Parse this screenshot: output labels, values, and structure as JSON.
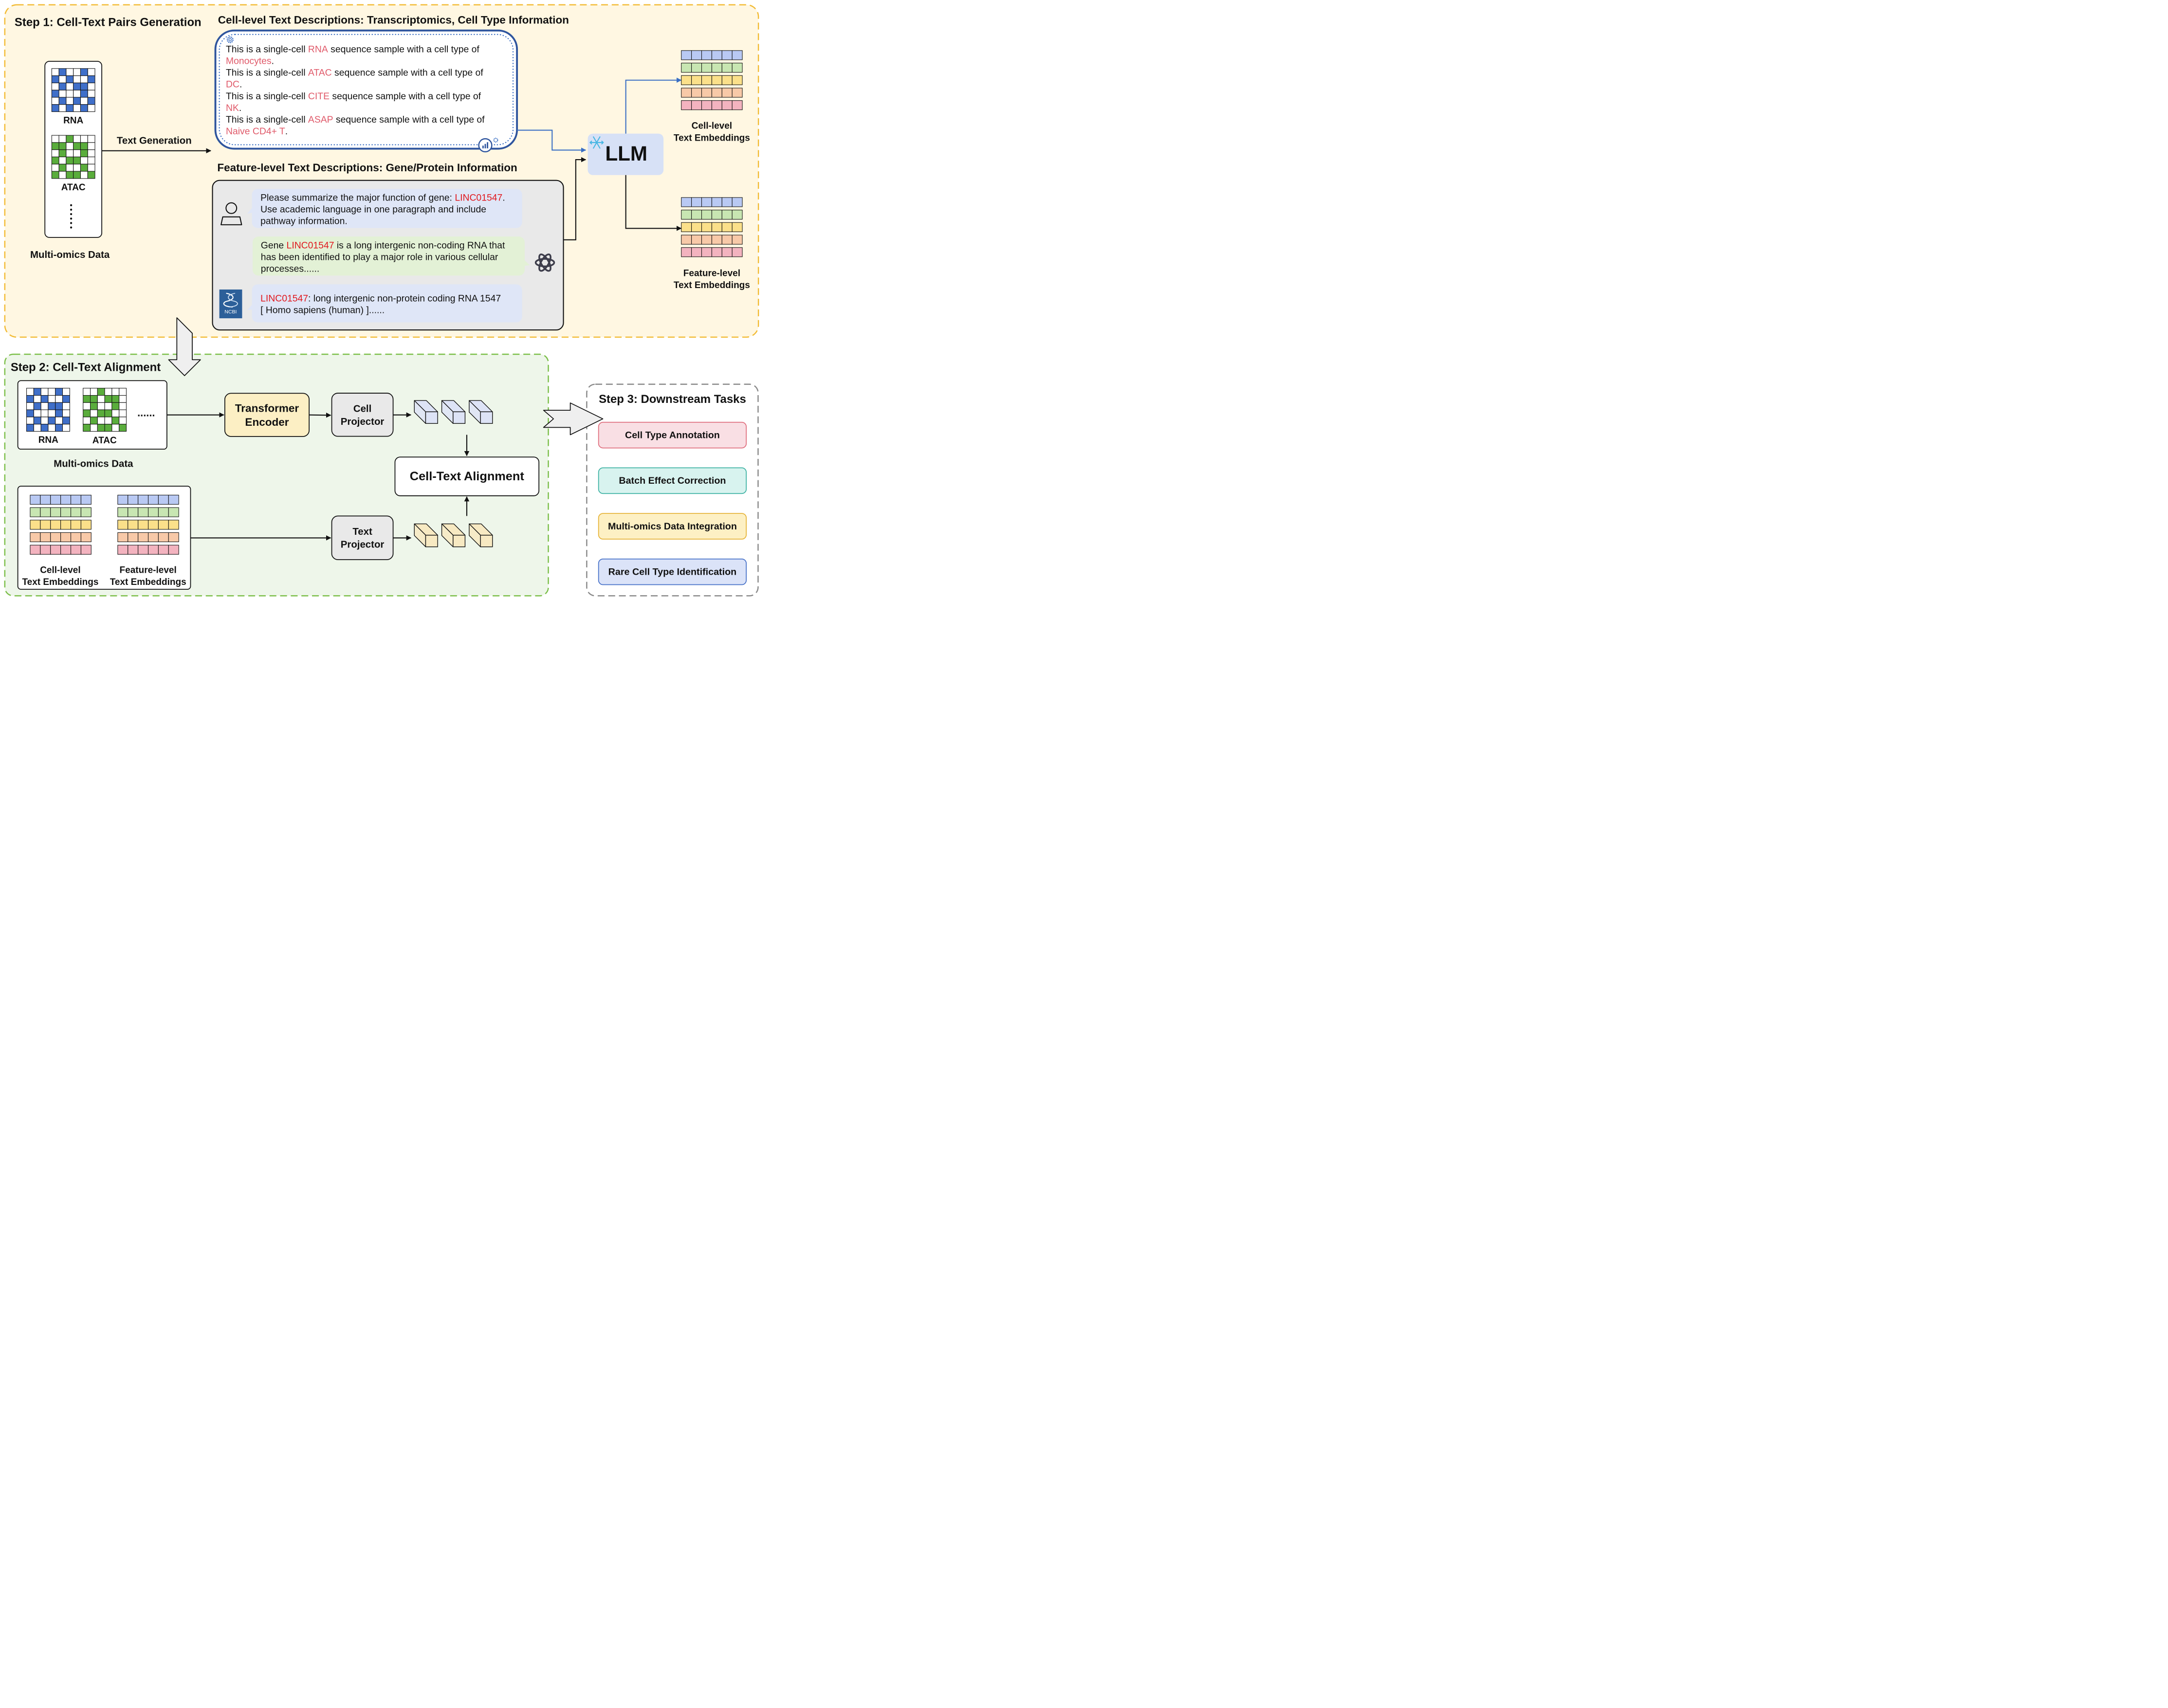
{
  "step1": {
    "title": "Step 1: Cell-Text Pairs Generation",
    "cell_desc_title": "Cell-level Text Descriptions: Transcriptomics, Cell Type Information",
    "feature_desc_title": "Feature-level Text Descriptions: Gene/Protein Information",
    "multiomics_label": "Multi-omics Data",
    "rna_label": "RNA",
    "atac_label": "ATAC",
    "text_generation_label": "Text Generation",
    "cell_sentences": [
      {
        "prefix": "This is a single-cell ",
        "modality": "RNA",
        "suffix": " sequence sample with a cell type of",
        "celltype": "Monocytes",
        "end": "."
      },
      {
        "prefix": "This is a single-cell ",
        "modality": "ATAC",
        "suffix": " sequence sample with a cell type of",
        "celltype": "DC",
        "end": "."
      },
      {
        "prefix": "This is a single-cell ",
        "modality": "CITE",
        "suffix": " sequence sample with a cell type of",
        "celltype": "NK",
        "end": "."
      },
      {
        "prefix": "This is a single-cell ",
        "modality": "ASAP",
        "suffix": " sequence sample with a cell type of",
        "celltype": "Naive CD4+ T",
        "end": "."
      }
    ],
    "chat": {
      "user": {
        "line1_prefix": "Please summarize the major function of gene: ",
        "line1_gene": "LINC01547",
        "line1_end": ".",
        "line2": "Use academic language in one paragraph and include",
        "line3": "pathway information."
      },
      "assistant": {
        "line1_prefix": "Gene ",
        "line1_gene": "LINC01547",
        "line1_suffix": " is a long intergenic non-coding RNA that",
        "line2": "has been identified to play a major role in various cellular",
        "line3": "processes......"
      },
      "ncbi": {
        "logo_text": "NCBI",
        "line1_gene": "LINC01547",
        "line1_suffix": ": long intergenic non-protein coding RNA 1547",
        "line2": "[ Homo sapiens (human) ]......"
      }
    },
    "llm_label": "LLM",
    "cell_embeddings_label": [
      "Cell-level",
      "Text Embeddings"
    ],
    "feature_embeddings_label": [
      "Feature-level",
      "Text Embeddings"
    ]
  },
  "step2": {
    "title": "Step 2: Cell-Text Alignment",
    "rna_label": "RNA",
    "atac_label": "ATAC",
    "ellipsis": "......",
    "multiomics_label": "Multi-omics Data",
    "transformer_label": [
      "Transformer",
      "Encoder"
    ],
    "cell_projector_label": [
      "Cell",
      "Projector"
    ],
    "text_projector_label": [
      "Text",
      "Projector"
    ],
    "alignment_label": "Cell-Text Alignment",
    "cell_embeddings_label": [
      "Cell-level",
      "Text Embeddings"
    ],
    "feature_embeddings_label": [
      "Feature-level",
      "Text Embeddings"
    ]
  },
  "step3": {
    "title": "Step 3: Downstream Tasks",
    "tasks": [
      {
        "label": "Cell Type Annotation",
        "fill": "#f9dfe4",
        "stroke": "#e0707f"
      },
      {
        "label": "Batch Effect Correction",
        "fill": "#d8f3ef",
        "stroke": "#3fb3a4"
      },
      {
        "label": "Multi-omics Data Integration",
        "fill": "#fdf0c4",
        "stroke": "#e6b43a"
      },
      {
        "label": "Rare Cell Type Identification",
        "fill": "#dbe3f8",
        "stroke": "#4a74c9"
      }
    ]
  },
  "colors": {
    "highlight_soft": "#e05a6a",
    "highlight_red": "#e0191f",
    "rna_grid": "#3f6fc9",
    "atac_grid": "#5aad3c",
    "step1_bg": "#fff7e2",
    "step1_border": "#f2bb35",
    "step2_bg": "#eef6ea",
    "step2_border": "#7cbf4a",
    "step3_border": "#8a8a8a",
    "arrow_blue": "#3a6fc4",
    "embedding_rows": [
      "#b9c9f3",
      "#c8e6b2",
      "#fbe08a",
      "#f8c9a8",
      "#f3b3bf"
    ],
    "cell_block": "#dde3f6",
    "text_block": "#f7e9c2"
  },
  "icons": [
    "gear-icon",
    "chart-icon",
    "user-icon",
    "openai-icon",
    "ncbi-logo",
    "snowflake-icon"
  ]
}
